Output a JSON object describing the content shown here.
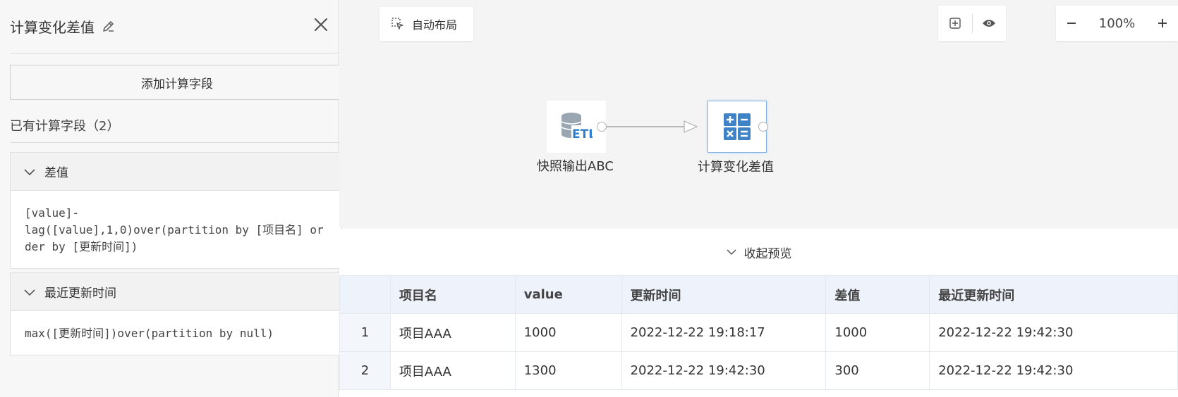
{
  "panel": {
    "title": "计算变化差值",
    "add_button": "添加计算字段",
    "existing_label": "已有计算字段（2）",
    "fields": [
      {
        "name": "差值",
        "formula": "[value]-\nlag([value],1,0)over(partition by [项目名] order by [更新时间])"
      },
      {
        "name": "最近更新时间",
        "formula": "max([更新时间])over(partition by null)"
      }
    ]
  },
  "canvas": {
    "auto_layout": "自动布局",
    "zoom": "100%",
    "nodes": [
      {
        "label": "快照输出ABC",
        "icon": "etl-database-icon"
      },
      {
        "label": "计算变化差值",
        "icon": "calculator-icon"
      }
    ]
  },
  "preview": {
    "collapse_label": "收起预览",
    "columns": [
      "",
      "项目名",
      "value",
      "更新时间",
      "差值",
      "最近更新时间"
    ],
    "rows": [
      [
        "1",
        "项目AAA",
        "1000",
        "2022-12-22 19:18:17",
        "1000",
        "2022-12-22 19:42:30"
      ],
      [
        "2",
        "项目AAA",
        "1300",
        "2022-12-22 19:42:30",
        "300",
        "2022-12-22 19:42:30"
      ]
    ]
  },
  "colors": {
    "accent": "#2f7fd0",
    "node_border": "#7fb3e6"
  }
}
